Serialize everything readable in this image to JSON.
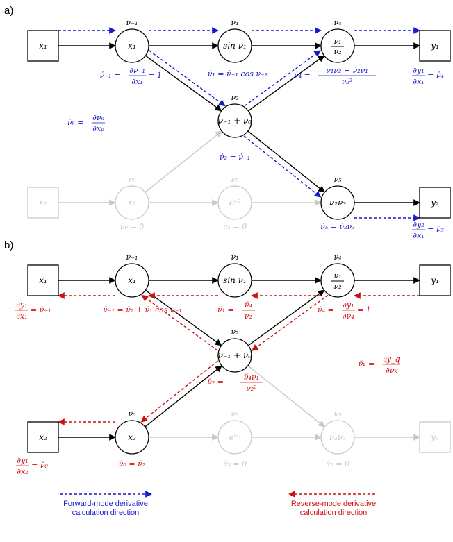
{
  "panel_a": {
    "label": "a)",
    "nodes": [
      {
        "id": "x1",
        "shape": "square",
        "main": "x₁",
        "active": true
      },
      {
        "id": "x2",
        "shape": "square",
        "main": "x₂",
        "active": false
      },
      {
        "id": "nm1",
        "shape": "circle",
        "main": "x₁",
        "top": "ν₋₁",
        "active": true
      },
      {
        "id": "n0",
        "shape": "circle",
        "main": "x₂",
        "top": "ν₀",
        "active": false
      },
      {
        "id": "n1",
        "shape": "circle",
        "main": "sin ν₁",
        "top": "ν₁",
        "active": true
      },
      {
        "id": "n2",
        "shape": "circle",
        "main": "ν₋₁ + ν₀",
        "top": "ν₂",
        "active": true
      },
      {
        "id": "n3",
        "shape": "circle",
        "main": "eᵛ⁰",
        "top": "ν₃",
        "active": false
      },
      {
        "id": "n4",
        "shape": "circle",
        "main_num": "ν₁",
        "main_den": "ν₂",
        "top": "ν₄",
        "active": true
      },
      {
        "id": "n5",
        "shape": "circle",
        "main": "ν₂ν₃",
        "top": "ν₅",
        "active": true
      },
      {
        "id": "y1",
        "shape": "square",
        "main": "y₁",
        "active": true
      },
      {
        "id": "y2",
        "shape": "square",
        "main": "y₂",
        "active": true
      }
    ],
    "annotations": [
      {
        "id": "dm1",
        "pre": "ν̇₋₁ =",
        "num": "∂ν₋₁",
        "den": "∂x₁",
        "post": "= 1",
        "active": true
      },
      {
        "id": "d1",
        "text": "ν̇₁ = ν̇₋₁ cos ν₋₁",
        "active": true
      },
      {
        "id": "d4",
        "pre": "ν̇₄ =",
        "num": "ν̇₁ν₂ − ν̇₂ν₁",
        "den": "ν₂²",
        "active": true
      },
      {
        "id": "dy1",
        "num": "∂y₁",
        "den": "∂x₁",
        "post": "= ν̇₄",
        "active": true
      },
      {
        "id": "dk",
        "pre": "ν̇ₖ =",
        "num": "∂νₖ",
        "den": "∂xₚ",
        "active": true
      },
      {
        "id": "d2",
        "text": "ν̇₂ = ν̇₋₁",
        "active": true
      },
      {
        "id": "d0",
        "text": "ν̇₀ = 0",
        "active": false
      },
      {
        "id": "d3",
        "text": "ν̇₃ = 0",
        "active": false
      },
      {
        "id": "d5",
        "text": "ν̇₅ = ν̇₂ν₃",
        "active": true
      },
      {
        "id": "dy2",
        "num": "∂y₂",
        "den": "∂x₁",
        "post": "= ν̇₅",
        "active": true
      }
    ]
  },
  "panel_b": {
    "label": "b)",
    "nodes": [
      {
        "id": "x1",
        "shape": "square",
        "main": "x₁",
        "active": true
      },
      {
        "id": "x2",
        "shape": "square",
        "main": "x₂",
        "active": true
      },
      {
        "id": "nm1",
        "shape": "circle",
        "main": "x₁",
        "top": "ν₋₁",
        "active": true
      },
      {
        "id": "n0",
        "shape": "circle",
        "main": "x₂",
        "top": "ν₀",
        "active": true
      },
      {
        "id": "n1",
        "shape": "circle",
        "main": "sin ν₁",
        "top": "ν₁",
        "active": true
      },
      {
        "id": "n2",
        "shape": "circle",
        "main": "ν₋₁ + ν₀",
        "top": "ν₂",
        "active": true
      },
      {
        "id": "n3",
        "shape": "circle",
        "main": "eᵛ⁰",
        "top": "ν₃",
        "active": false
      },
      {
        "id": "n4",
        "shape": "circle",
        "main_num": "ν₁",
        "main_den": "ν₂",
        "top": "ν₄",
        "active": true
      },
      {
        "id": "n5",
        "shape": "circle",
        "main": "ν₂ν₃",
        "top": "ν₅",
        "active": false
      },
      {
        "id": "y1",
        "shape": "square",
        "main": "y₁",
        "active": true
      },
      {
        "id": "y2",
        "shape": "square",
        "main": "y₂",
        "active": false
      }
    ],
    "annotations": [
      {
        "id": "bx1",
        "num": "∂y₁",
        "den": "∂x₁",
        "post": "= ν̄₋₁",
        "active": true
      },
      {
        "id": "bm1",
        "text": "ν̄₋₁ = ν̄₂ + ν̄₁ cos ν₋₁",
        "active": true
      },
      {
        "id": "b1",
        "pre": "ν̄₁ =",
        "num": "ν̄₄",
        "den": "ν₂",
        "active": true
      },
      {
        "id": "b4",
        "pre": "ν̄₄ =",
        "num": "∂y₁",
        "den": "∂ν₄",
        "post": "= 1",
        "active": true
      },
      {
        "id": "b2",
        "pre": "ν̄₂ = −",
        "num": "ν̄₄ν₁",
        "den": "ν₂²",
        "active": true
      },
      {
        "id": "bk",
        "pre": "ν̄ₖ =",
        "num": "∂y_q",
        "den": "∂νₖ",
        "active": true
      },
      {
        "id": "bx2",
        "num": "∂y₁",
        "den": "∂x₂",
        "post": "= ν̄₀",
        "active": true
      },
      {
        "id": "b0",
        "text": "ν̄₀ = ν̄₂",
        "active": true
      },
      {
        "id": "b3",
        "text": "ν̄₃ = 0",
        "active": false
      },
      {
        "id": "b5",
        "text": "ν̄₅ = 0",
        "active": false
      }
    ]
  },
  "legend": {
    "forward_line1": "Forward-mode derivative",
    "forward_line2": "calculation direction",
    "reverse_line1": "Reverse-mode derivative",
    "reverse_line2": "calculation direction"
  },
  "colors": {
    "forward": "#1a1acc",
    "reverse": "#d01010",
    "active": "#000000",
    "inactive": "#c8c8c8"
  }
}
